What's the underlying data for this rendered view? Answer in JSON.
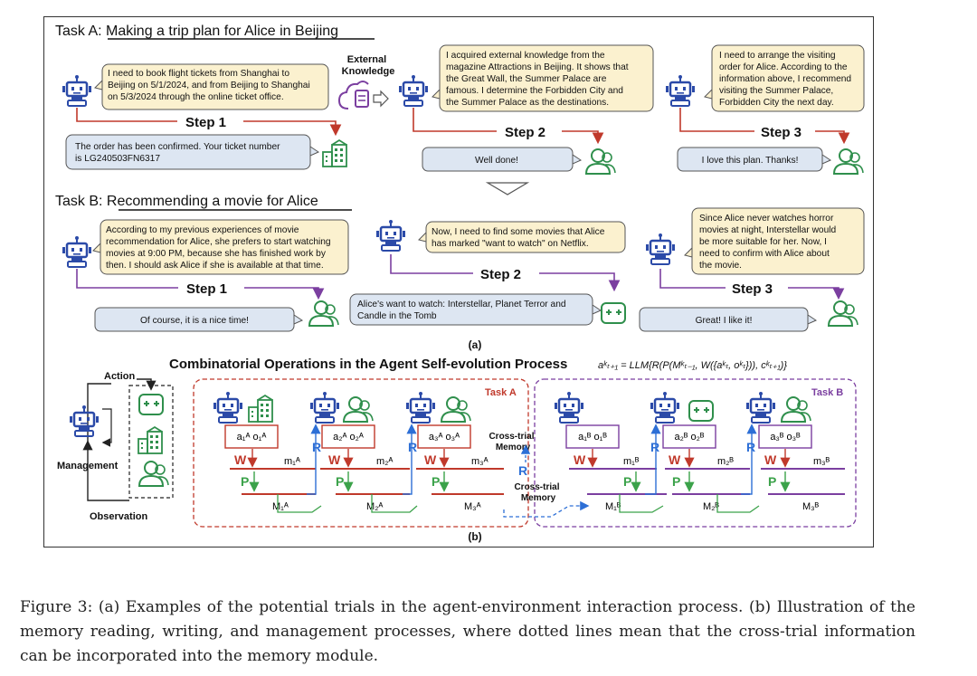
{
  "taskA": {
    "title": "Task A:  Making a trip plan for Alice in Beijing",
    "ext_knowledge": [
      "External",
      "Knowledge"
    ],
    "step1": {
      "label": "Step 1",
      "agent": [
        "I need to book flight tickets from Shanghai to",
        "Beijing on 5/1/2024, and from Beijing to Shanghai",
        "on 5/3/2024 through the online ticket office."
      ],
      "env": [
        "The order has been confirmed. Your ticket number",
        "is LG240503FN6317"
      ]
    },
    "step2": {
      "label": "Step 2",
      "agent": [
        "I acquired external knowledge from the",
        "magazine Attractions in Beijing. It shows that",
        "the Great Wall, the Summer Palace are",
        "famous. I determine the Forbidden City and",
        "the Summer Palace as the destinations."
      ],
      "env": [
        "Well done!"
      ]
    },
    "step3": {
      "label": "Step 3",
      "agent": [
        "I need to arrange the visiting",
        "order for Alice. According to the",
        "information above, I recommend",
        "visiting the Summer Palace,",
        "Forbidden City the next day."
      ],
      "env": [
        "I love this plan. Thanks!"
      ]
    }
  },
  "taskB": {
    "title": "Task B:  Recommending a movie for Alice",
    "step1": {
      "label": "Step 1",
      "agent": [
        "According to my previous experiences of movie",
        "recommendation for Alice, she prefers to start watching",
        "movies at 9:00 PM, because she has finished work by",
        "then. I should ask Alice if she is available at that time."
      ],
      "env": [
        "Of course, it is a nice time!"
      ]
    },
    "step2": {
      "label": "Step 2",
      "agent": [
        "Now, I need to find some movies that Alice",
        "has marked \"want to watch\" on Netflix."
      ],
      "env": [
        "Alice's want to watch: Interstellar, Planet Terror and",
        "Candle in the Tomb"
      ]
    },
    "step3": {
      "label": "Step 3",
      "agent": [
        "Since Alice never watches horror",
        "movies at night, Interstellar would",
        "be more suitable for her. Now, I",
        "need to confirm with Alice about",
        "the movie."
      ],
      "env": [
        "Great! I like it!"
      ]
    }
  },
  "sub_a": "(a)",
  "part_b": {
    "title": "Combinatorial Operations in the Agent Self-evolution Process",
    "formula": "aᵏₜ₊₁ = LLM{R(P(Mᵏₜ₋₁, W({aᵏₜ, oᵏₜ})), cᵏₜ₊₁)}",
    "action": "Action",
    "management": "Management",
    "observation": "Observation",
    "taskA_label": "Task A",
    "taskB_label": "Task B",
    "cross_trial_1": [
      "Cross-trial",
      "Memory"
    ],
    "cross_trial_2": [
      "Cross-trial",
      "Memory"
    ],
    "W": "W",
    "P": "P",
    "R": "R",
    "a_pairs": [
      "a₁ᴬ o₁ᴬ",
      "a₂ᴬ o₂ᴬ",
      "a₃ᴬ o₃ᴬ"
    ],
    "b_pairs": [
      "a₁ᴮ o₁ᴮ",
      "a₂ᴮ o₂ᴮ",
      "a₃ᴮ o₃ᴮ"
    ],
    "a_small_m": [
      "m₁ᴬ",
      "m₂ᴬ",
      "m₃ᴬ"
    ],
    "b_small_m": [
      "m₁ᴮ",
      "m₂ᴮ",
      "m₃ᴮ"
    ],
    "a_big_m": [
      "M₁ᴬ",
      "M₂ᴬ",
      "M₃ᴬ"
    ],
    "b_big_m": [
      "M₁ᴮ",
      "M₂ᴮ",
      "M₃ᴮ"
    ]
  },
  "sub_b": "(b)",
  "caption": "Figure 3: (a) Examples of the potential trials in the agent-environment interaction process. (b) Illustration of the memory reading, writing, and management processes, where dotted lines mean that the cross-trial information can be incorporated into the memory module.",
  "colors": {
    "bubble": "#fbf1cf",
    "env_bubble": "#dde6f2",
    "red": "#c0392b",
    "purple": "#7b3fa0",
    "green": "#3ba24a",
    "blue": "#2d6fd6",
    "robot": "#2b4aa8",
    "env_green": "#2f8f4c"
  }
}
